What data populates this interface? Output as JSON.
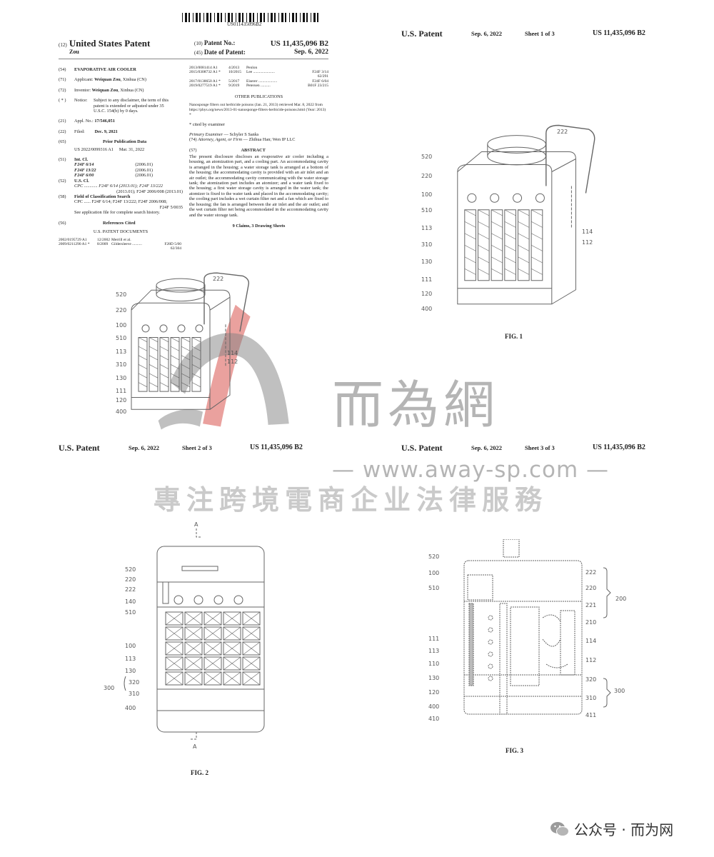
{
  "front": {
    "barcode_text": "US011435096B2",
    "kind_code": "(12)",
    "title": "United States Patent",
    "inventor_short": "Zou",
    "patent_no_code": "(10)",
    "patent_no_label": "Patent No.:",
    "patent_no": "US 11,435,096 B2",
    "date_code": "(45)",
    "date_label": "Date of Patent:",
    "date": "Sep. 6, 2022",
    "f54": {
      "code": "(54)",
      "text": "EVAPORATIVE AIR COOLER"
    },
    "f71": {
      "code": "(71)",
      "label": "Applicant:",
      "name": "Weiquan Zou",
      "rest": ", Xinhua (CN)"
    },
    "f72": {
      "code": "(72)",
      "label": "Inventor:",
      "name": "Weiquan Zou",
      "rest": ", Xinhua (CN)"
    },
    "notice": {
      "code": "( * )",
      "label": "Notice:",
      "text": "Subject to any disclaimer, the term of this patent is extended or adjusted under 35 U.S.C. 154(b) by 0 days."
    },
    "f21": {
      "code": "(21)",
      "label": "Appl. No.:",
      "value": "17/546,051"
    },
    "f22": {
      "code": "(22)",
      "label": "Filed:",
      "value": "Dec. 9, 2021"
    },
    "f65": {
      "code": "(65)",
      "heading": "Prior Publication Data",
      "pub": "US 2022/0099316 A1",
      "pub_date": "Mar. 31, 2022"
    },
    "f51": {
      "code": "(51)",
      "heading": "Int. Cl.",
      "rows": [
        [
          "F24F 6/14",
          "(2006.01)"
        ],
        [
          "F24F 13/22",
          "(2006.01)"
        ],
        [
          "F24F 6/00",
          "(2006.01)"
        ]
      ]
    },
    "f52": {
      "code": "(52)",
      "heading": "U.S. Cl.",
      "line1": "CPC ............ F24F 6/14 (2013.01); F24F 13/222",
      "line2": "(2013.01); F24F 2006/008 (2013.01)"
    },
    "f58": {
      "code": "(58)",
      "heading": "Field of Classification Search",
      "line1": "CPC ...... F24F 6/14; F24F 13/222; F24F 2006/008;",
      "line2": "F24F 5/0035",
      "line3": "See application file for complete search history."
    },
    "f56": {
      "code": "(56)",
      "heading": "References Cited",
      "sub": "U.S. PATENT DOCUMENTS"
    },
    "refs_left": [
      [
        "2002/0195729 A1",
        "12/2002",
        "Merrill et al.",
        ""
      ],
      [
        "2009/0211290 A1 *",
        "8/2009",
        "Gildersleeve ..........",
        "F28D 5/00"
      ],
      [
        "",
        "",
        "",
        "62/304"
      ]
    ],
    "refs_right": [
      [
        "2013/0081414 A1",
        "4/2013",
        "Penlon",
        ""
      ],
      [
        "2015/0308732 A1 *",
        "10/2015",
        "Lee ......................",
        "F24F 3/14"
      ],
      [
        "",
        "",
        "",
        "62/291"
      ],
      [
        "2017/0138650 A1 *",
        "5/2017",
        "Eiserer ...................",
        "F24F 6/04"
      ],
      [
        "2019/0277519 A1 *",
        "9/2019",
        "Petersen ..........",
        "B01F 23/215"
      ]
    ],
    "other_pub_heading": "OTHER PUBLICATIONS",
    "other_pub_text": "Nanosponge filters out herbicide poisons (Jan. 21, 2013) retrieved Mar. 8, 2022 from https://phys.org/news/2013-01-nanosponge-filters-herbicide-poisons.html (Year: 2013) *",
    "cited_by": "* cited by examiner",
    "examiner_label": "Primary Examiner",
    "examiner": " — Schyler S Sanks",
    "attorney_code": "(74)",
    "attorney_label": "Attorney, Agent, or Firm",
    "attorney": " — Zhihua Han; Wen IP LLC",
    "abstract_code": "(57)",
    "abstract_heading": "ABSTRACT",
    "abstract": "The present disclosure discloses an evaporative air cooler including a housing, an atomization part, and a cooling part. An accommodating cavity is arranged in the housing; a water storage tank is arranged at a bottom of the housing; the accommodating cavity is provided with an air inlet and an air outlet; the accommodating cavity communicating with the water storage tank; the atomization part includes an atomizer; and a water tank fixed to the housing; a first water storage cavity is arranged in the water tank; the atomizer is fixed to the water tank and placed in the accommodating cavity; the cooling part includes a wet curtain filter net and a fan which are fixed to the housing; the fan is arranged between the air inlet and the air outlet; and the wet curtain filter net being accommodated in the accommodating cavity and the water storage tank.",
    "claims": "9 Claims, 3 Drawing Sheets",
    "fig_labels": [
      "222",
      "520",
      "220",
      "100",
      "510",
      "113",
      "310",
      "130",
      "111",
      "120",
      "400",
      "114",
      "112"
    ]
  },
  "sheet1": {
    "left": "U.S. Patent",
    "date": "Sep. 6, 2022",
    "sheet": "Sheet 1 of 3",
    "number": "US 11,435,096 B2",
    "fig": "FIG. 1",
    "labels": [
      "222",
      "520",
      "220",
      "100",
      "510",
      "113",
      "310",
      "130",
      "111",
      "120",
      "400",
      "114",
      "112"
    ]
  },
  "sheet2": {
    "left": "U.S. Patent",
    "date": "Sep. 6, 2022",
    "sheet": "Sheet 2 of 3",
    "number": "US 11,435,096 B2",
    "fig": "FIG. 2",
    "labels": [
      "520",
      "220",
      "222",
      "140",
      "510",
      "100",
      "113",
      "130",
      "320",
      "310",
      "400",
      "300"
    ],
    "section_mark": "A"
  },
  "sheet3": {
    "left": "U.S. Patent",
    "date": "Sep. 6, 2022",
    "sheet": "Sheet 3 of 3",
    "number": "US 11,435,096 B2",
    "fig": "FIG. 3",
    "labels": [
      "520",
      "100",
      "510",
      "111",
      "113",
      "110",
      "130",
      "120",
      "400",
      "410",
      "222",
      "220",
      "221",
      "210",
      "114",
      "112",
      "320",
      "310",
      "411",
      "200",
      "300"
    ]
  },
  "watermark": {
    "brand": "而為網",
    "url": "— www.away-sp.com —",
    "slogan": "專注跨境電商企业法律服務",
    "account": "公众号 · 而为网"
  },
  "colors": {
    "logo_red": "#d9534f",
    "watermark_gray": "#8a8a8a"
  }
}
